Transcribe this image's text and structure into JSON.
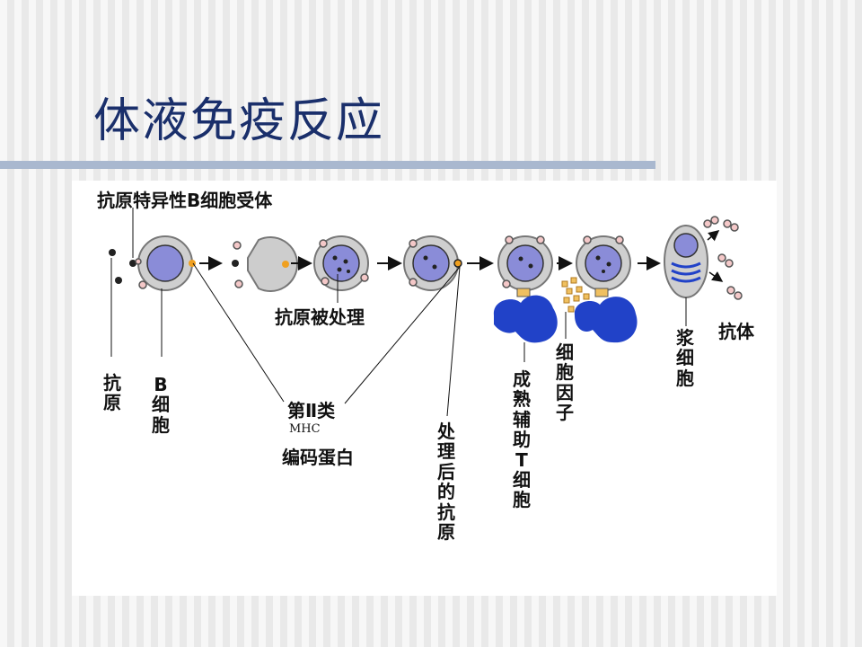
{
  "title": "体液免疫反应",
  "colors": {
    "title": "#1a2f6b",
    "rule": "#a9b8cf",
    "cell_fill": "#c9c9c9",
    "nucleus": "#8a8cd8",
    "t_cell": "#2142c8",
    "cytokine": "#f0c060",
    "marker": "#f0a020"
  },
  "labels": {
    "b_cell_receptor": "抗原特异性B细胞受体",
    "antigen_processed": "抗原被处理",
    "antigen": "抗原",
    "b_cell": "B细胞",
    "mhc_line1": "第Ⅱ类",
    "mhc_line2": "MHC",
    "mhc_line3": "编码蛋白",
    "processed_antigen": "处理后的抗原",
    "mature_helper_t": "成熟辅助T细胞",
    "cytokine": "细胞因子",
    "plasma_cell": "浆细胞",
    "antibody": "抗体"
  }
}
